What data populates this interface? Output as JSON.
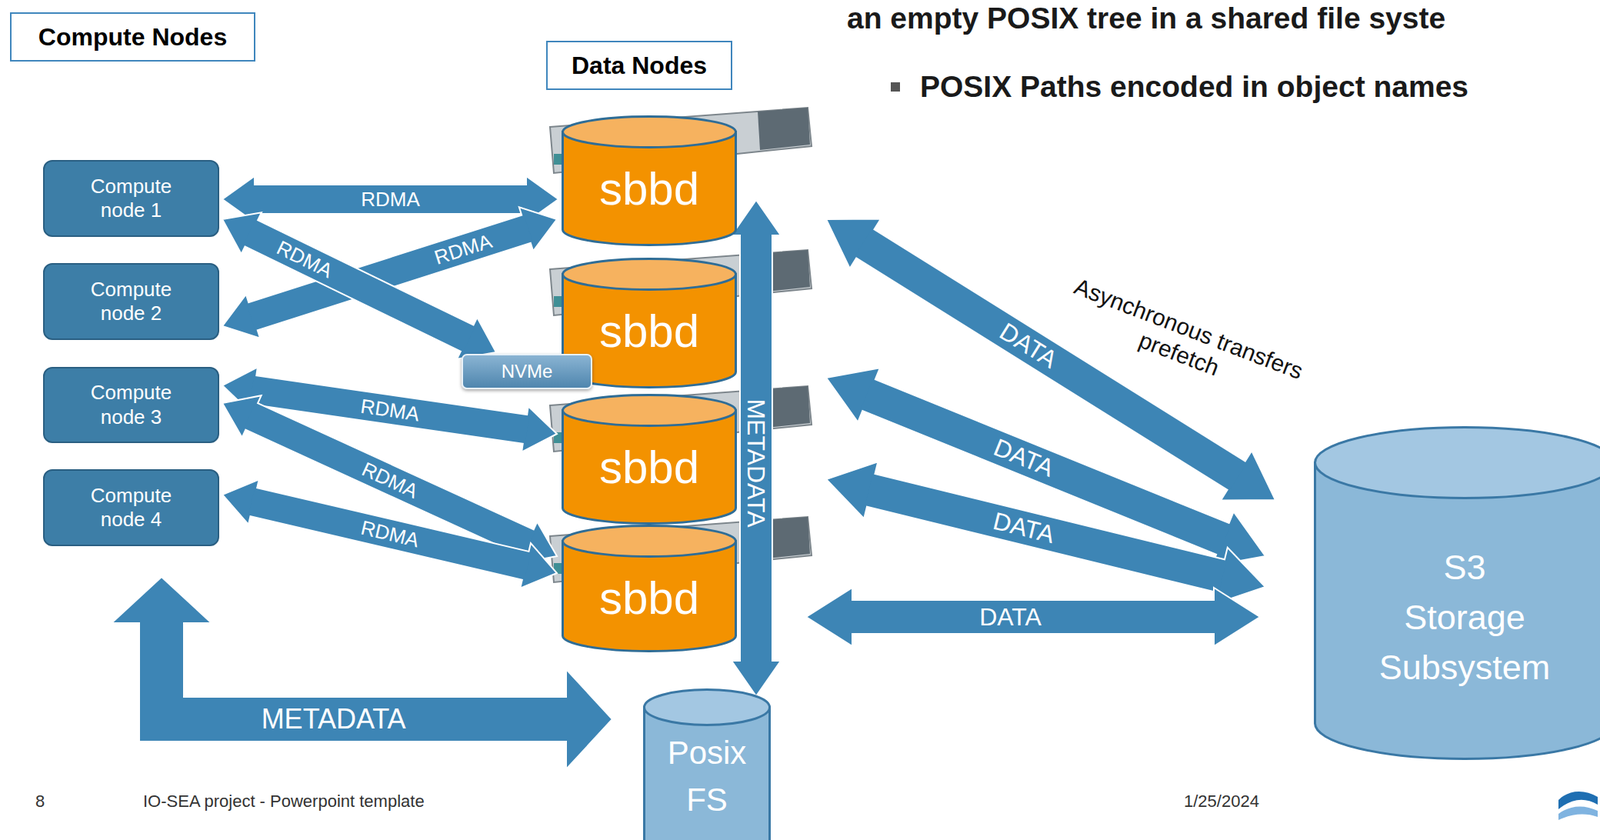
{
  "diagram": {
    "nodes": [
      {
        "text": [
          "Compute Nodes"
        ]
      },
      {
        "text": [
          "Data Nodes"
        ]
      },
      {
        "text": [
          "Compute node 1"
        ]
      },
      {
        "text": [
          "Compute node 2"
        ]
      },
      {
        "text": [
          "Compute node 3"
        ]
      },
      {
        "text": [
          "Compute node 4"
        ]
      },
      {
        "text": [
          "sbbd"
        ]
      },
      {
        "text": [
          "sbbd"
        ]
      },
      {
        "text": [
          "NVMe"
        ]
      },
      {
        "text": [
          "sbbd"
        ]
      },
      {
        "text": [
          "sbbd"
        ]
      },
      {
        "text": [
          "S3 Storage Subsystem"
        ]
      },
      {
        "text": [
          "Posix FS"
        ]
      }
    ],
    "edges": [
      {
        "from": 2,
        "to": 6,
        "label": "RDMA",
        "arrow": "both"
      },
      {
        "from": 3,
        "to": 6,
        "label": "RDMA",
        "arrow": "both"
      },
      {
        "from": 2,
        "to": 8,
        "label": "RDMA",
        "arrow": "both"
      },
      {
        "from": 4,
        "to": 9,
        "label": "RDMA",
        "arrow": "both"
      },
      {
        "from": 4,
        "to": 10,
        "label": "RDMA",
        "arrow": "both"
      },
      {
        "from": 5,
        "to": 10,
        "label": "RDMA",
        "arrow": "both"
      },
      {
        "from": 6,
        "to": 12,
        "label": "METADATA",
        "arrow": "both"
      },
      {
        "from": 5,
        "to": 12,
        "label": "METADATA",
        "arrow": "both"
      },
      {
        "from": 6,
        "to": 11,
        "label": "DATA",
        "arrow": "both"
      },
      {
        "from": 7,
        "to": 11,
        "label": "DATA",
        "arrow": "both"
      },
      {
        "from": 9,
        "to": 11,
        "label": "DATA",
        "arrow": "both"
      },
      {
        "from": 10,
        "to": 11,
        "label": "DATA",
        "arrow": "both"
      }
    ],
    "labels": [
      "an empty POSIX tree in a shared file syste",
      "POSIX Paths encoded in object names",
      "Asynchronous transfers prefetch",
      "8",
      "IO-SEA project - Powerpoint template",
      "1/25/2024"
    ]
  }
}
